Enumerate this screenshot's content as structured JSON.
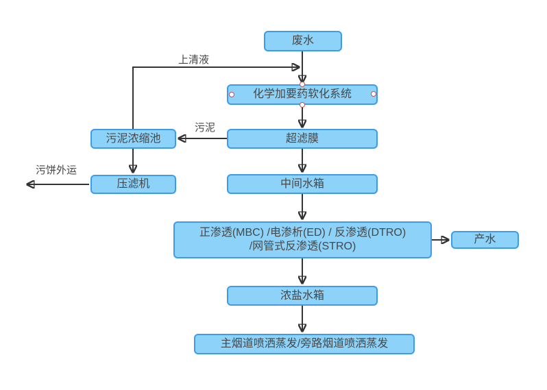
{
  "diagram": {
    "nodes": {
      "wastewater": {
        "label": "废水"
      },
      "chemical_softening": {
        "label": "化学加要药软化系统"
      },
      "ultrafiltration": {
        "label": "超滤膜"
      },
      "sludge_thickener": {
        "label": "污泥浓缩池"
      },
      "filter_press": {
        "label": "压滤机"
      },
      "intermediate_tank": {
        "label": "中间水箱"
      },
      "membrane_system": {
        "label_line1": "正渗透(MBC) /电渗析(ED) / 反渗透(DTRO)",
        "label_line2": "/网管式反渗透(STRO)"
      },
      "product_water": {
        "label": "产水"
      },
      "brine_tank": {
        "label": "浓盐水箱"
      },
      "flue_spray_evaporation": {
        "label": "主烟道喷洒蒸发/旁路烟道喷洒蒸发"
      }
    },
    "edge_labels": {
      "supernatant": "上清液",
      "sludge": "污泥",
      "sludge_cake_outbound": "污饼外运"
    },
    "colors": {
      "node_fill": "#8DD2F8",
      "node_border": "#3D9BE9",
      "arrow": "#333333",
      "text": "#474747",
      "handle_fill": "#FFFFFF",
      "handle_border": "#C0504D",
      "background": "#FFFFFF"
    }
  }
}
